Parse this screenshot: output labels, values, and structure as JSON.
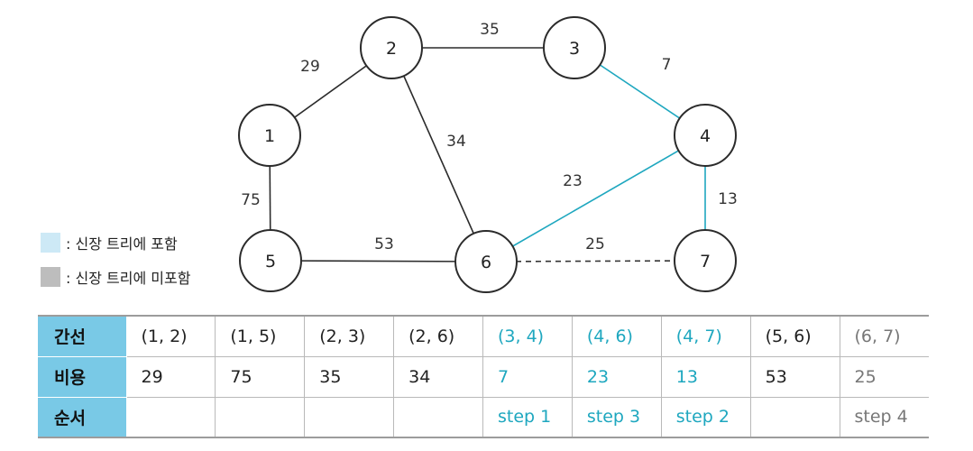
{
  "colors": {
    "in_tree": "#1ea7bf",
    "not_in_tree": "#2b2b2b",
    "excluded": "#333333",
    "legend_in": "#cde9f6",
    "legend_out": "#bdbdbd",
    "table_header": "#79c9e6"
  },
  "graph": {
    "nodes": [
      {
        "id": "1",
        "label": "1"
      },
      {
        "id": "2",
        "label": "2"
      },
      {
        "id": "3",
        "label": "3"
      },
      {
        "id": "4",
        "label": "4"
      },
      {
        "id": "5",
        "label": "5"
      },
      {
        "id": "6",
        "label": "6"
      },
      {
        "id": "7",
        "label": "7"
      }
    ],
    "edges": [
      {
        "from": "1",
        "to": "2",
        "weight": "29",
        "status": "normal"
      },
      {
        "from": "1",
        "to": "5",
        "weight": "75",
        "status": "normal"
      },
      {
        "from": "2",
        "to": "3",
        "weight": "35",
        "status": "normal"
      },
      {
        "from": "2",
        "to": "6",
        "weight": "34",
        "status": "normal"
      },
      {
        "from": "3",
        "to": "4",
        "weight": "7",
        "status": "tree"
      },
      {
        "from": "4",
        "to": "6",
        "weight": "23",
        "status": "tree"
      },
      {
        "from": "4",
        "to": "7",
        "weight": "13",
        "status": "tree"
      },
      {
        "from": "5",
        "to": "6",
        "weight": "53",
        "status": "normal"
      },
      {
        "from": "6",
        "to": "7",
        "weight": "25",
        "status": "excluded"
      }
    ]
  },
  "legend": {
    "included": ": 신장 트리에 포함",
    "excluded": ": 신장 트리에 미포함"
  },
  "table": {
    "row_headers": {
      "edge": "간선",
      "cost": "비용",
      "order": "순서"
    },
    "columns": [
      {
        "edge": "(1, 2)",
        "cost": "29",
        "order": "",
        "status": "normal"
      },
      {
        "edge": "(1, 5)",
        "cost": "75",
        "order": "",
        "status": "normal"
      },
      {
        "edge": "(2, 3)",
        "cost": "35",
        "order": "",
        "status": "normal"
      },
      {
        "edge": "(2, 6)",
        "cost": "34",
        "order": "",
        "status": "normal"
      },
      {
        "edge": "(3, 4)",
        "cost": "7",
        "order": "step 1",
        "status": "tree"
      },
      {
        "edge": "(4, 6)",
        "cost": "23",
        "order": "step 3",
        "status": "tree"
      },
      {
        "edge": "(4, 7)",
        "cost": "13",
        "order": "step 2",
        "status": "tree"
      },
      {
        "edge": "(5, 6)",
        "cost": "53",
        "order": "",
        "status": "normal"
      },
      {
        "edge": "(6, 7)",
        "cost": "25",
        "order": "step 4",
        "status": "excluded"
      }
    ]
  }
}
